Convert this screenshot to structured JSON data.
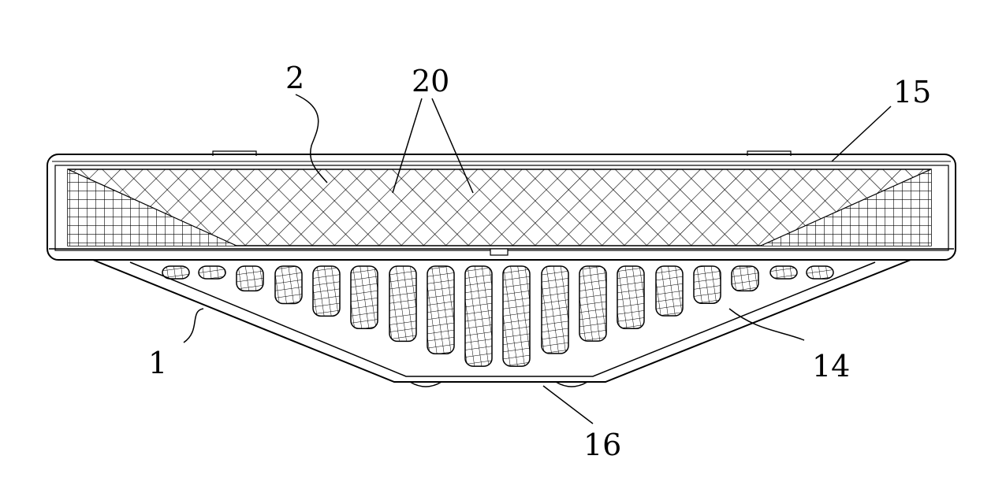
{
  "figure": {
    "labels": {
      "frame": "1",
      "filter_element": "2",
      "mesh_points": "20",
      "rib": "14",
      "edge": "15",
      "bottom": "16"
    }
  }
}
